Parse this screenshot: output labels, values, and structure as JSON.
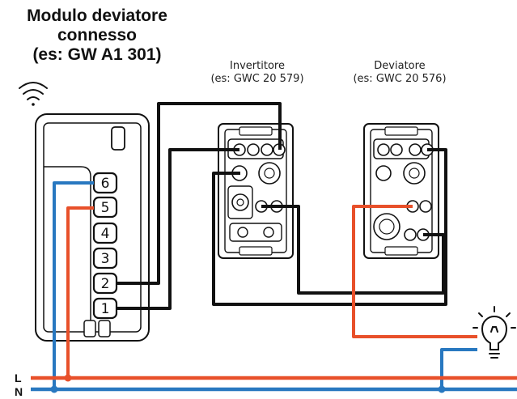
{
  "module": {
    "title_lines": [
      "Modulo deviatore",
      "connesso",
      "(es: GW A1 301)"
    ],
    "terminals": [
      "6",
      "5",
      "4",
      "3",
      "2",
      "1"
    ]
  },
  "invertitore": {
    "label": "Invertitore",
    "example": "(es: GWC 20 579)"
  },
  "deviatore": {
    "label": "Deviatore",
    "example": "(es: GWC 20 576)"
  },
  "bus": {
    "line_label": "L",
    "neutral_label": "N"
  },
  "colors": {
    "line_wire": "#e8502a",
    "neutral_wire": "#2878c0",
    "control_wire": "#111111"
  },
  "icons": [
    "wifi-icon",
    "bulb-icon"
  ]
}
